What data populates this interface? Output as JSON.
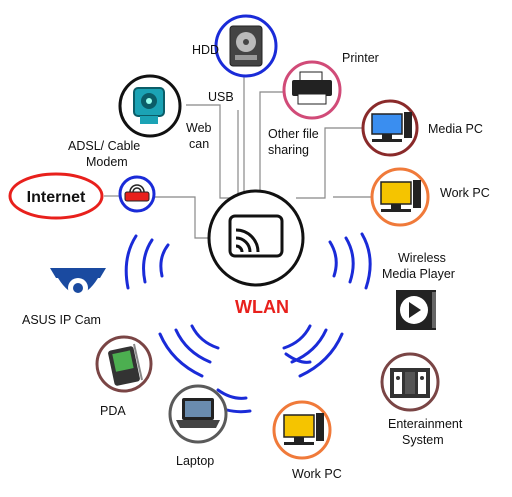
{
  "center": {
    "label": "WLAN"
  },
  "nodes": {
    "hdd": "HDD",
    "printer": "Printer",
    "usb": "USB",
    "webcam_line1": "Web",
    "webcam_line2": "can",
    "other_sharing_line1": "Other file",
    "other_sharing_line2": "sharing",
    "media_pc": "Media PC",
    "work_pc_right": "Work PC",
    "modem_line1": "ADSL/ Cable",
    "modem_line2": "Modem",
    "internet": "Internet",
    "wireless_player_line1": "Wireless",
    "wireless_player_line2": "Media Player",
    "asus_cam": "ASUS IP Cam",
    "pda": "PDA",
    "ent_system_line1": "Enterainment",
    "ent_system_line2": "System",
    "laptop": "Laptop",
    "work_pc_bottom": "Work PC"
  },
  "icons": {
    "hdd": "hard-drive-icon",
    "printer": "printer-icon",
    "webcam": "webcam-icon",
    "media_pc": "desktop-pc-icon",
    "work_pc": "desktop-pc-icon",
    "modem": "router-icon",
    "wlan": "cast-screen-icon",
    "asus_cam": "dome-camera-icon",
    "pda": "pda-icon",
    "laptop": "laptop-icon",
    "media_player": "play-button-icon",
    "entertainment": "speaker-system-icon"
  },
  "colors": {
    "center_ring": "#111111",
    "center_label": "#e8201c",
    "waves": "#1a2bd8",
    "internet_ring": "#e8201c",
    "hdd_ring": "#1a2bd8",
    "printer_ring": "#d14b78",
    "webcam_ring": "#111111",
    "media_pc_ring": "#8a2a2a",
    "work_pc_ring": "#f07a3a",
    "modem_ring": "#1a2bd8",
    "asus_ring": "#ffffff",
    "pda_ring": "#7a4545",
    "laptop_ring": "#5a5a5a",
    "player_ring": "#ffffff",
    "ent_ring": "#7a4545"
  }
}
